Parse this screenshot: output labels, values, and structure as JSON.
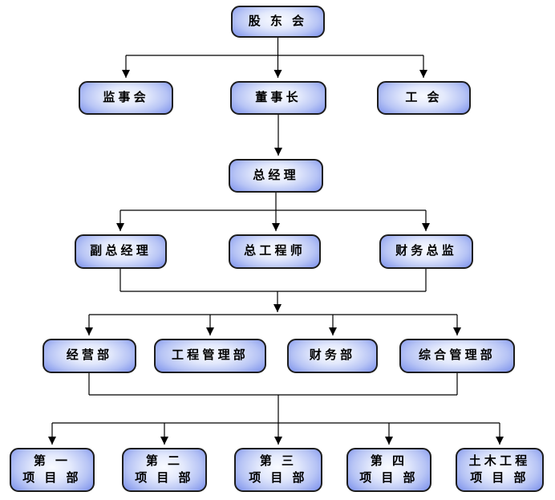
{
  "page": {
    "background": "#ffffff"
  },
  "colors": {
    "node_fill_center": "#f9fbff",
    "node_fill_mid": "#b7c4f5",
    "node_fill_edge": "#7288e8",
    "node_border": "#1c1c1c",
    "connector": "#000000",
    "text": "#000000"
  },
  "nodes": {
    "shareholders": {
      "label": "股 东 会"
    },
    "supervisory_board": {
      "label": "监事会"
    },
    "chairman": {
      "label": "董事长"
    },
    "labor_union": {
      "label": "工 会"
    },
    "general_manager": {
      "label": "总经理"
    },
    "deputy_general_manager": {
      "label": "副总经理"
    },
    "chief_engineer": {
      "label": "总工程师"
    },
    "finance_director": {
      "label": "财务总监"
    },
    "business_dept": {
      "label": "经营部"
    },
    "engineering_mgmt_dept": {
      "label": "工程管理部"
    },
    "finance_dept": {
      "label": "财务部"
    },
    "general_mgmt_dept": {
      "label": "综合管理部"
    },
    "project_dept_1": {
      "line1": "第 一",
      "line2": "项 目 部"
    },
    "project_dept_2": {
      "line1": "第 二",
      "line2": "项 目 部"
    },
    "project_dept_3": {
      "line1": "第 三",
      "line2": "项 目 部"
    },
    "project_dept_4": {
      "line1": "第 四",
      "line2": "项 目 部"
    },
    "civil_engineering_project_dept": {
      "line1": "土木工程",
      "line2": "项 目 部"
    }
  },
  "edges": [
    {
      "from": "shareholders",
      "to": [
        "supervisory_board",
        "chairman",
        "labor_union"
      ]
    },
    {
      "from": "chairman",
      "to": [
        "general_manager"
      ]
    },
    {
      "from": "general_manager",
      "to": [
        "deputy_general_manager",
        "chief_engineer",
        "finance_director"
      ]
    },
    {
      "from": "deputy_general_manager+finance_director",
      "to": [
        "business_dept",
        "engineering_mgmt_dept",
        "finance_dept",
        "general_mgmt_dept"
      ]
    },
    {
      "from": "business_dept+general_mgmt_dept",
      "to": [
        "project_dept_1",
        "project_dept_2",
        "project_dept_3",
        "project_dept_4",
        "civil_engineering_project_dept"
      ]
    }
  ]
}
